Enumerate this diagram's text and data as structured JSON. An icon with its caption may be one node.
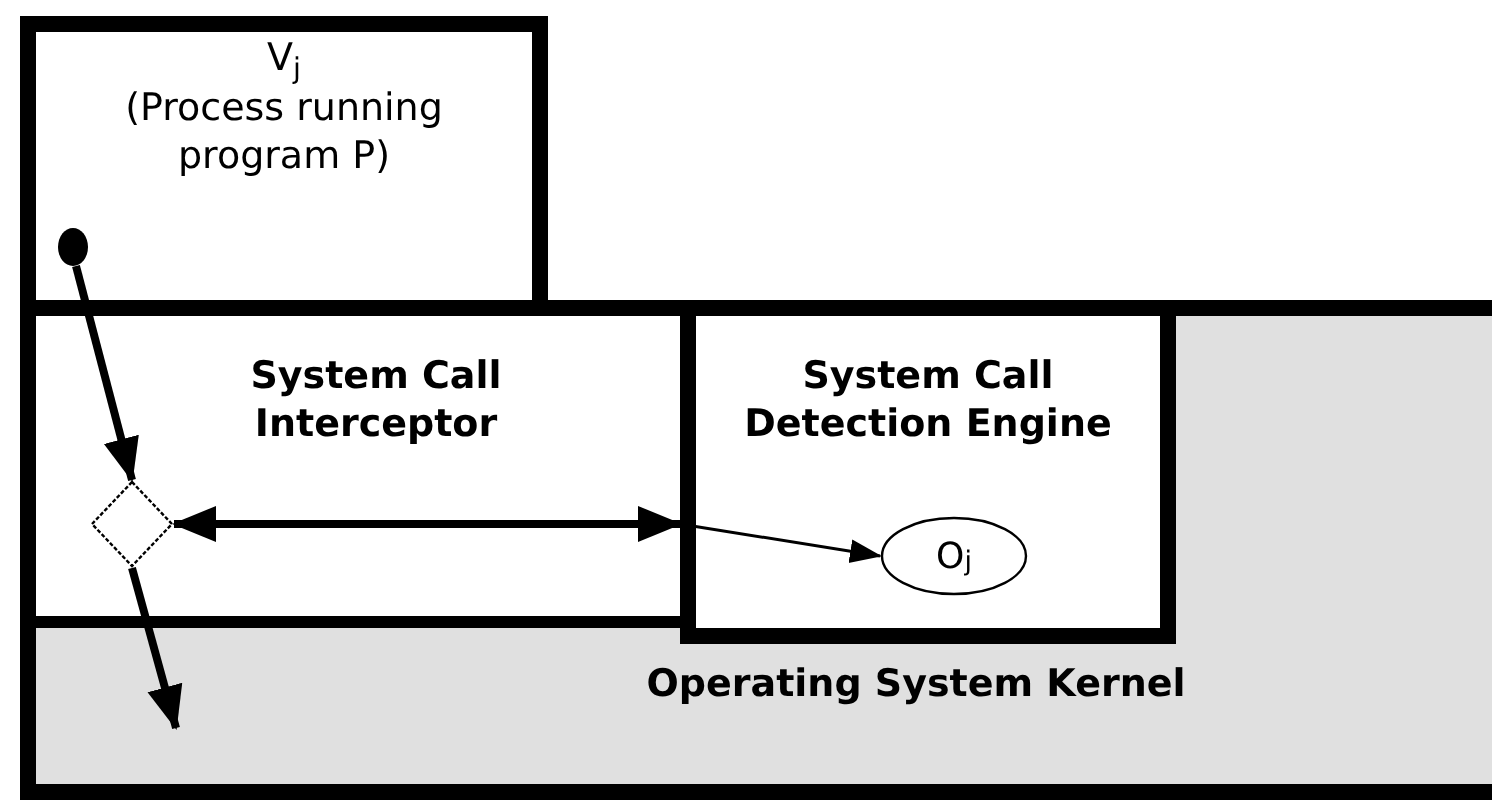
{
  "diagram": {
    "nodes": [
      {
        "text": [
          "V$_{j}$",
          "(Process running program P)"
        ]
      },
      {
        "text": [
          "Operating System Kernel"
        ]
      },
      {
        "text": [
          "System Call Interceptor"
        ],
        "in": 1
      },
      {
        "text": [
          "System Call Detection Engine"
        ],
        "in": 1
      },
      {
        "text": [],
        "shape": "circle",
        "in": 0
      },
      {
        "text": [],
        "shape": "diamond",
        "in": 2
      },
      {
        "text": [
          "O$_{j}$"
        ],
        "in": 3
      }
    ],
    "edges": [
      {
        "from": 4,
        "to": 5,
        "arrow": "to"
      },
      {
        "from": 5,
        "to": 3,
        "arrow": "both"
      },
      {
        "from": 3,
        "to": 6,
        "arrow": "to"
      },
      {
        "from": 5,
        "to": 1,
        "arrow": "to"
      }
    ]
  }
}
